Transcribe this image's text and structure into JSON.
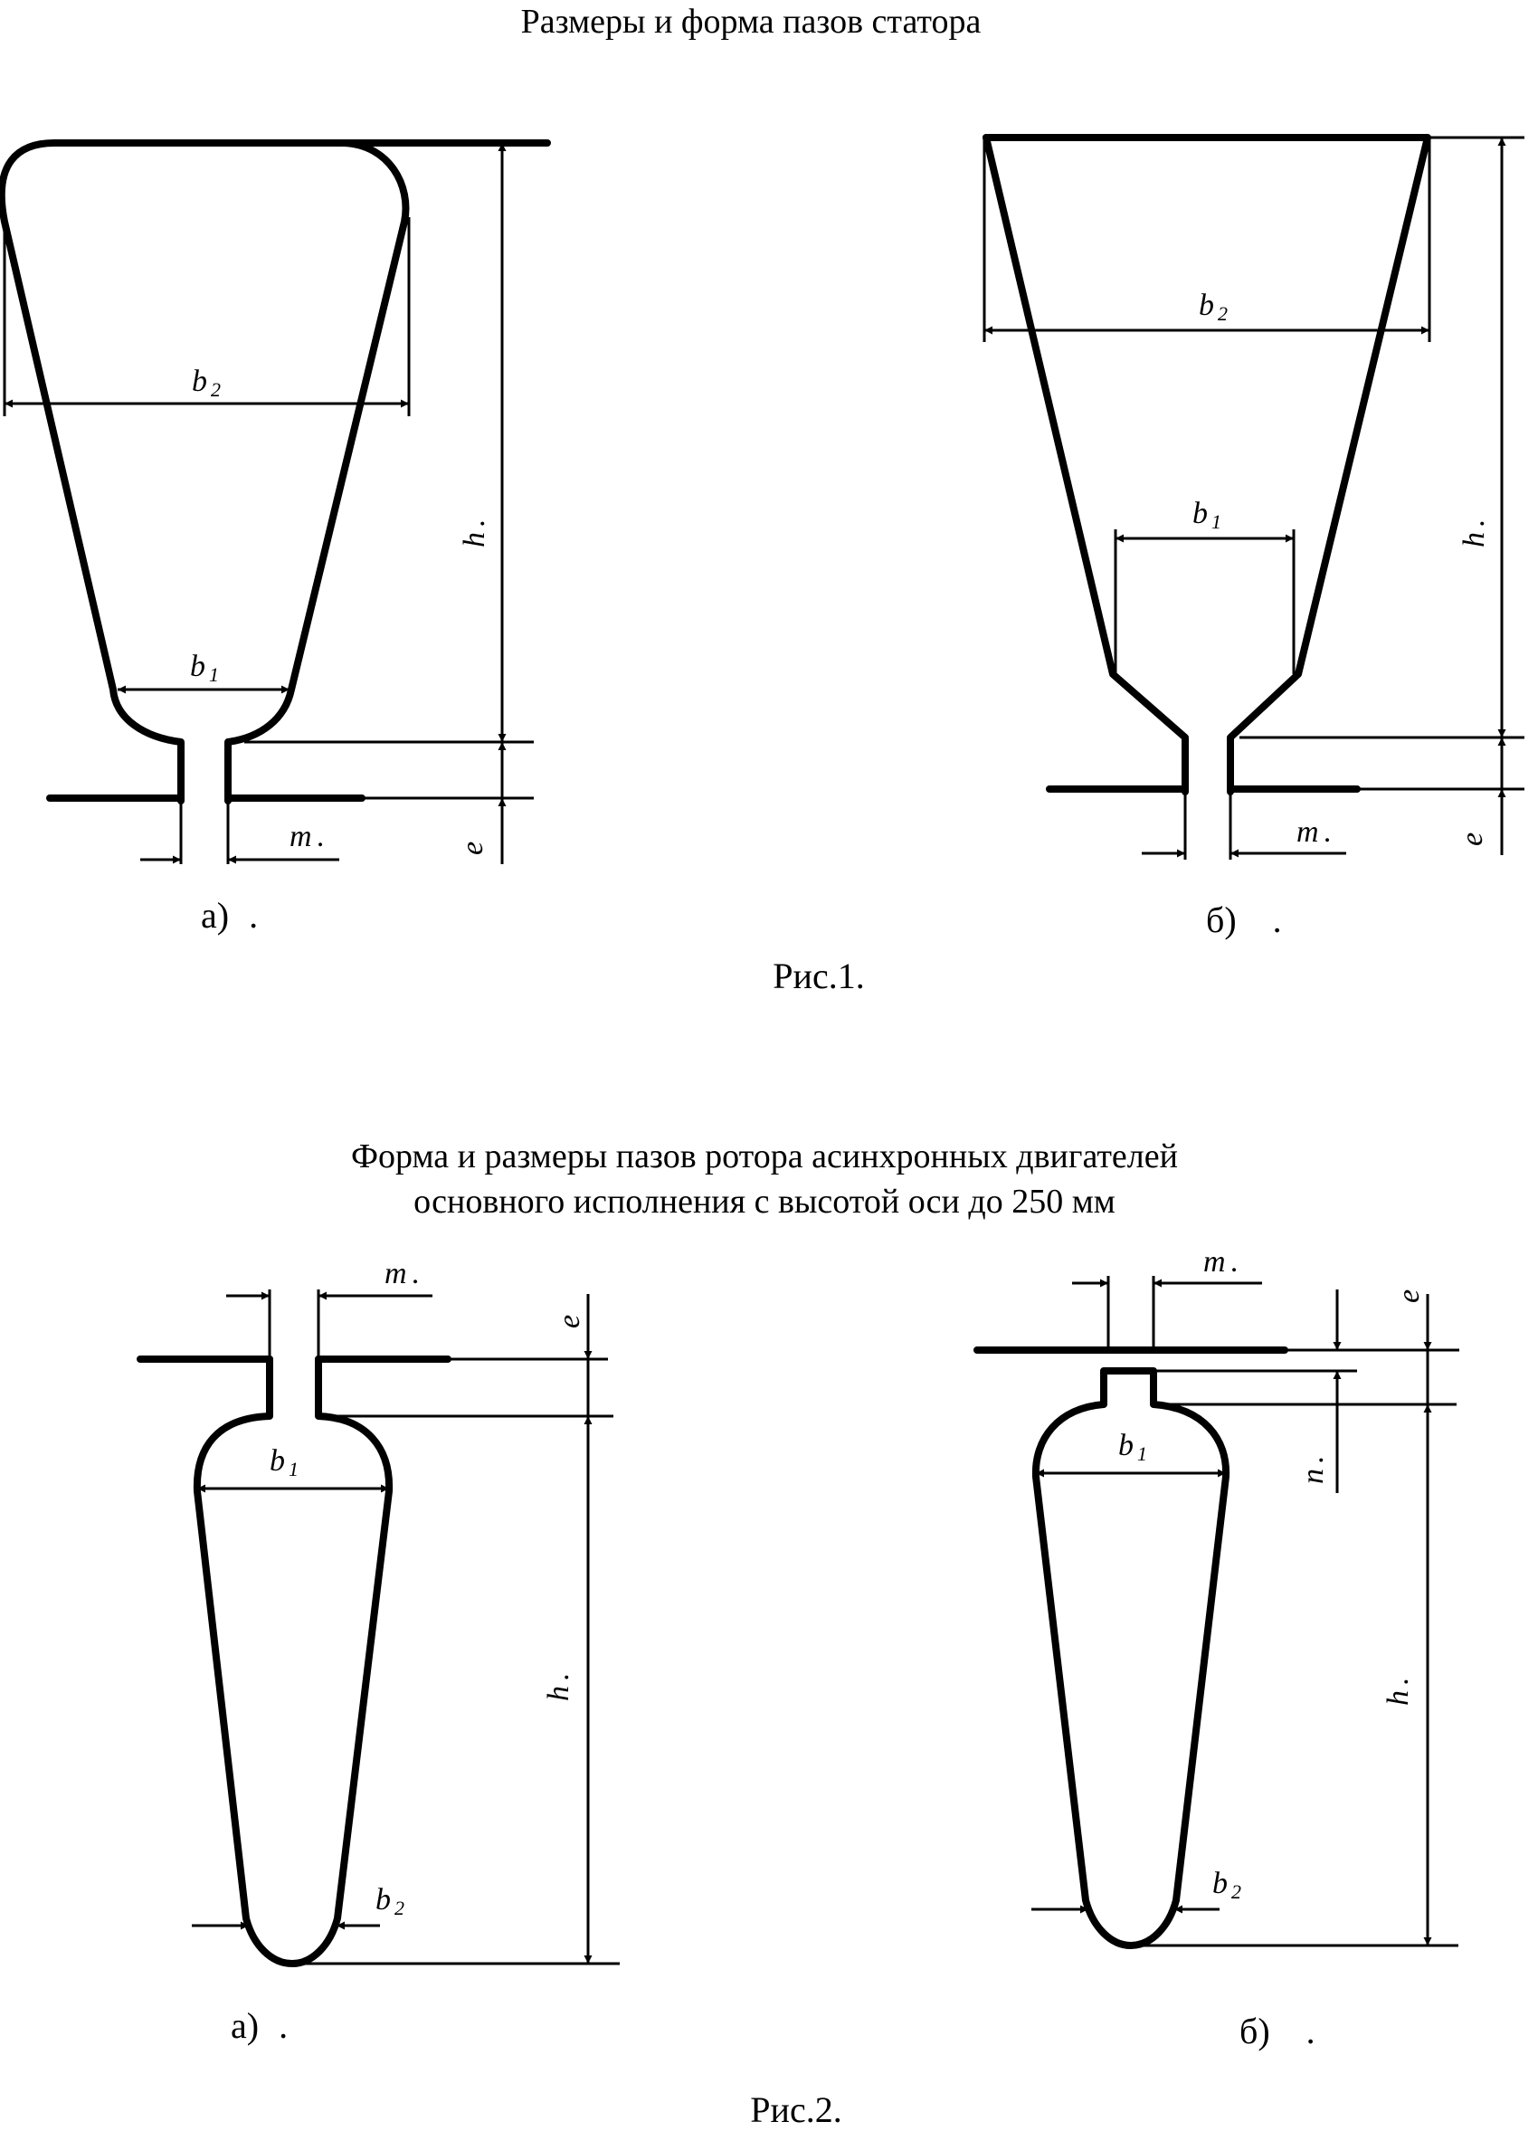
{
  "fig1": {
    "title": "Размеры и форма пазов статора",
    "caption": "Рис.1.",
    "a": {
      "tag": "а)",
      "dot": ".",
      "b2": "b",
      "b2_sub": "2",
      "b1": "b",
      "b1_sub": "1",
      "h": "h",
      "e": "e",
      "m": "m"
    },
    "b": {
      "tag": "б)",
      "dot": ".",
      "b2": "b",
      "b2_sub": "2",
      "b1": "b",
      "b1_sub": "1",
      "h": "h",
      "e": "e",
      "m": "m"
    }
  },
  "fig2": {
    "title_line1": "Форма и размеры пазов ротора асинхронных двигателей",
    "title_line2": "основного исполнения с высотой оси до 250 мм",
    "caption": "Рис.2.",
    "a": {
      "tag": "а)",
      "dot": ".",
      "b1": "b",
      "b1_sub": "1",
      "b2": "b",
      "b2_sub": "2",
      "h": "h",
      "e": "e",
      "m": "m"
    },
    "b": {
      "tag": "б)",
      "dot": ".",
      "b1": "b",
      "b1_sub": "1",
      "b2": "b",
      "b2_sub": "2",
      "h": "h",
      "e": "e",
      "m": "m",
      "n": "n"
    }
  }
}
